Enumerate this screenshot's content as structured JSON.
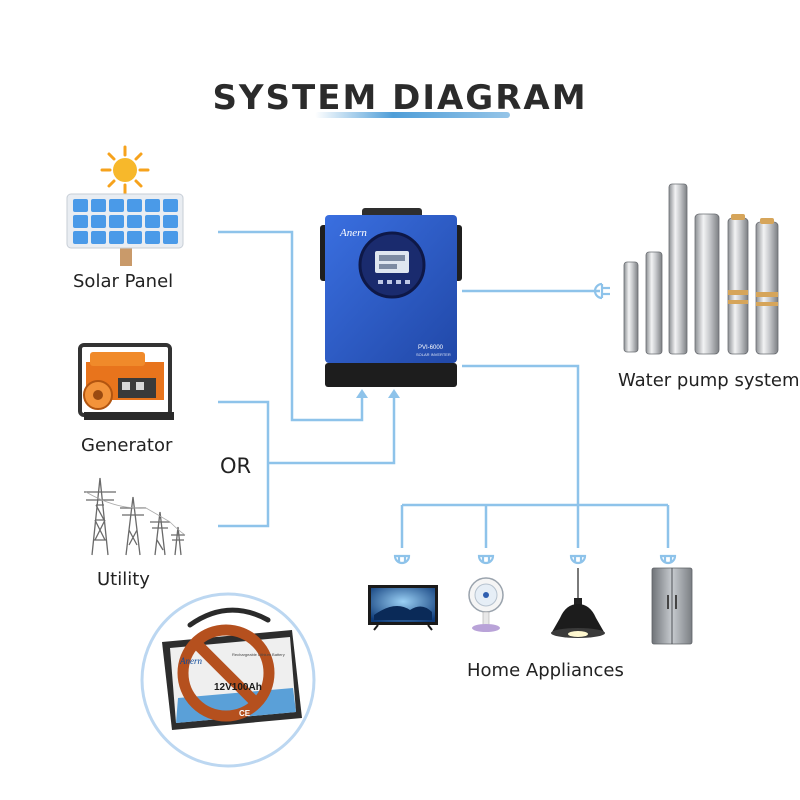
{
  "title": "SYSTEM DIAGRAM",
  "sources": {
    "solar_panel": "Solar Panel",
    "generator": "Generator",
    "or": "OR",
    "utility": "Utility"
  },
  "inverter": {
    "brand": "Anern",
    "model": "PVI-6000",
    "subtitle": "SOLAR INVERTER"
  },
  "outputs": {
    "water_pump": "Water pump system",
    "home_appliances": "Home Appliances"
  },
  "battery": {
    "brand": "Anern",
    "label": "12V100Ah",
    "small_text": "Rechargeable Lithium Battery",
    "badge": "CE"
  },
  "colors": {
    "line": "#8ec3ea",
    "inverter_blue": "#2d5fd0",
    "prohibit": "#b5501e",
    "title_underline": "#4f9ed8"
  }
}
